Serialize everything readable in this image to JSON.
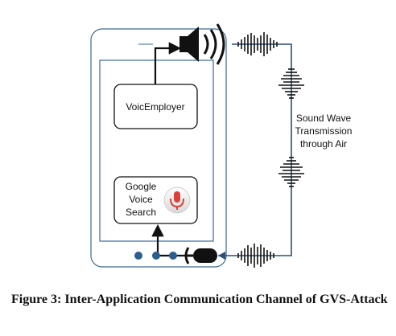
{
  "diagram": {
    "boxes": {
      "voice_employer": "VoicEmployer",
      "google_voice_search_line1": "Google",
      "google_voice_search_line2": "Voice",
      "google_voice_search_line3": "Search"
    },
    "sound_wave_label": {
      "line1": "Sound Wave",
      "line2": "Transmission",
      "line3": "through Air"
    },
    "icons": [
      "speaker-icon",
      "microphone-icon",
      "google-mic-icon",
      "home-button-dots"
    ],
    "colors": {
      "phone_outline": "#3a6a9a",
      "screen_outline": "#3a6a9a",
      "arrow": "#111111",
      "wire": "#2a4f7a",
      "dot": "#2d5f8e",
      "mic_red": "#d9413a"
    }
  },
  "caption": "Figure 3: Inter-Application Communication Channel of GVS-Attack"
}
